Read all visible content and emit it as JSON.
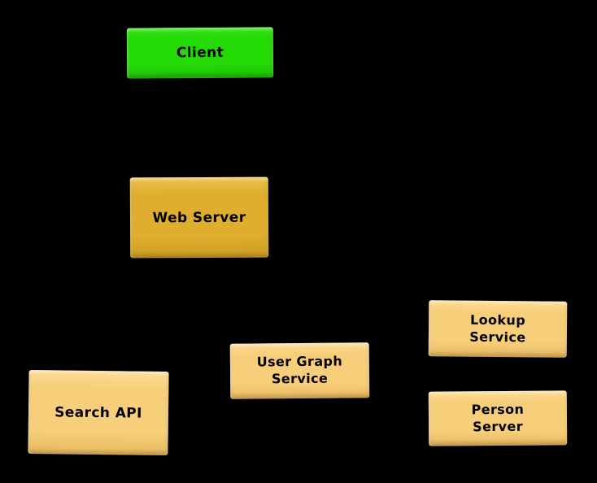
{
  "diagram": {
    "background_color": "#000000",
    "text_color": "#000000",
    "nodes": [
      {
        "id": "client",
        "label": "Client",
        "lines": [
          "Client"
        ],
        "fill": "#23da07",
        "fill_top": "#36e414",
        "fill_bottom": "#1ec106"
      },
      {
        "id": "web-server",
        "label": "Web Server",
        "lines": [
          "Web Server"
        ],
        "fill": "#e0ae2f",
        "fill_top": "#ecc352",
        "fill_bottom": "#cc9c22"
      },
      {
        "id": "search-api",
        "label": "Search API",
        "lines": [
          "Search API"
        ],
        "fill": "#f7cf7b",
        "fill_top": "#fcdc96",
        "fill_bottom": "#e9b95e"
      },
      {
        "id": "user-graph-service",
        "label": "User Graph Service",
        "lines": [
          "User Graph",
          "Service"
        ],
        "fill": "#f7cf7b",
        "fill_top": "#fcdc96",
        "fill_bottom": "#e9b95e"
      },
      {
        "id": "lookup-service",
        "label": "Lookup Service",
        "lines": [
          "Lookup",
          "Service"
        ],
        "fill": "#f7cf7b",
        "fill_top": "#fcdc96",
        "fill_bottom": "#e9b95e"
      },
      {
        "id": "person-server",
        "label": "Person Server",
        "lines": [
          "Person",
          "Server"
        ],
        "fill": "#f7cf7b",
        "fill_top": "#fcdc96",
        "fill_bottom": "#e9b95e"
      }
    ]
  }
}
